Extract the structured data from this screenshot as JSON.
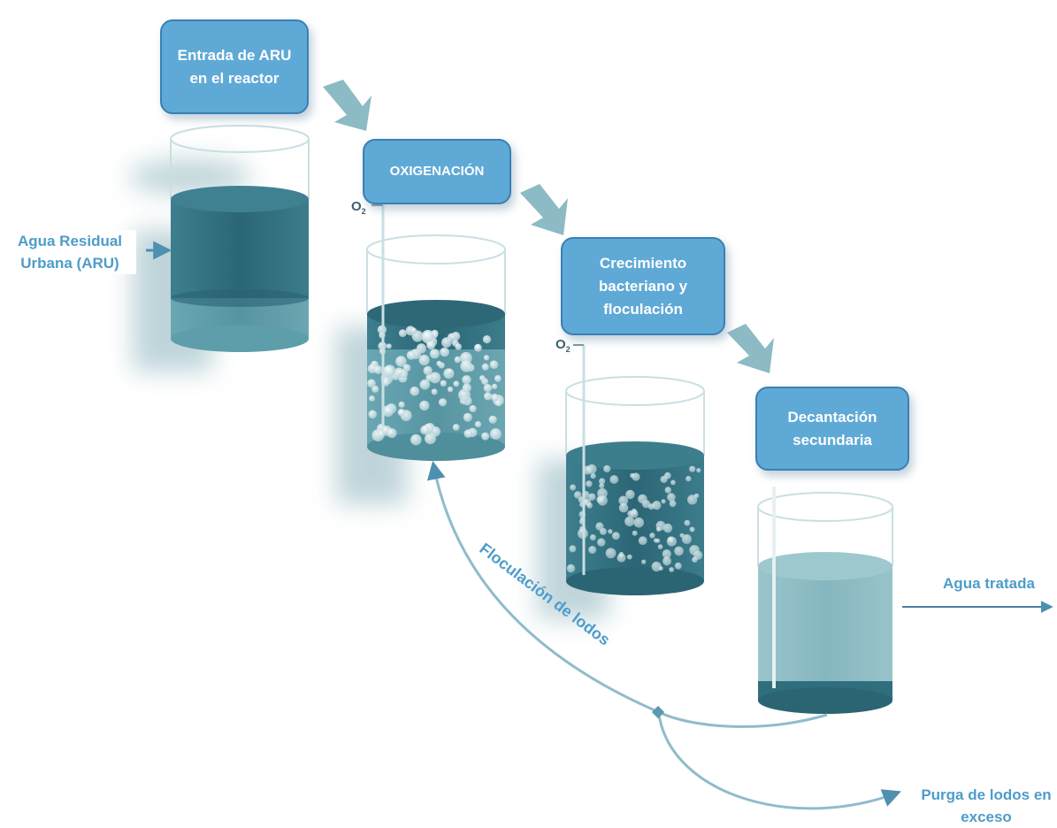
{
  "steps": [
    {
      "label": "Entrada de ARU en el reactor"
    },
    {
      "label": "OXIGENACIÓN"
    },
    {
      "label": "Crecimiento bacteriano y floculación"
    },
    {
      "label": "Decantación secundaria"
    }
  ],
  "flows": {
    "inlet": "Agua Residual Urbana (ARU)",
    "outlet": "Agua tratada",
    "recycle": "Floculación de lodos",
    "purge": "Purga de lodos en exceso"
  },
  "oxygen": {
    "symbol": "O",
    "subscript": "2"
  },
  "colors": {
    "box_fill": "#5fa9d6",
    "box_border": "#3a80b4",
    "text_accent": "#4f9cca",
    "tank_dark": "#2f6e7d",
    "tank_mid": "#5e9eab",
    "tank_light": "#8fbfc7",
    "arrow": "#7fb3bf"
  }
}
